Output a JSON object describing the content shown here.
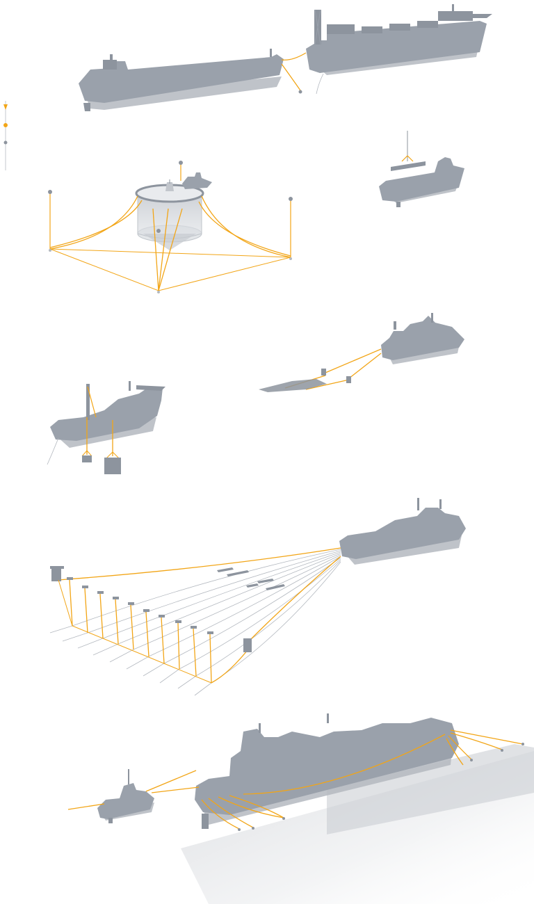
{
  "scenes": [
    {
      "name": "tandem-offloading"
    },
    {
      "name": "fish-farm-cage-mooring"
    },
    {
      "name": "crane-lifting-vessel"
    },
    {
      "name": "subsea-installation-vessel"
    },
    {
      "name": "trawler-towing"
    },
    {
      "name": "seismic-survey-streamers"
    },
    {
      "name": "lng-carrier-berthing-with-tug"
    }
  ],
  "colors": {
    "hull": "#9aa1ab",
    "hull_shadow": "#b4b9c0",
    "rope": "#f2a516",
    "grey_line": "#b3b8bf",
    "background": "#ffffff"
  }
}
